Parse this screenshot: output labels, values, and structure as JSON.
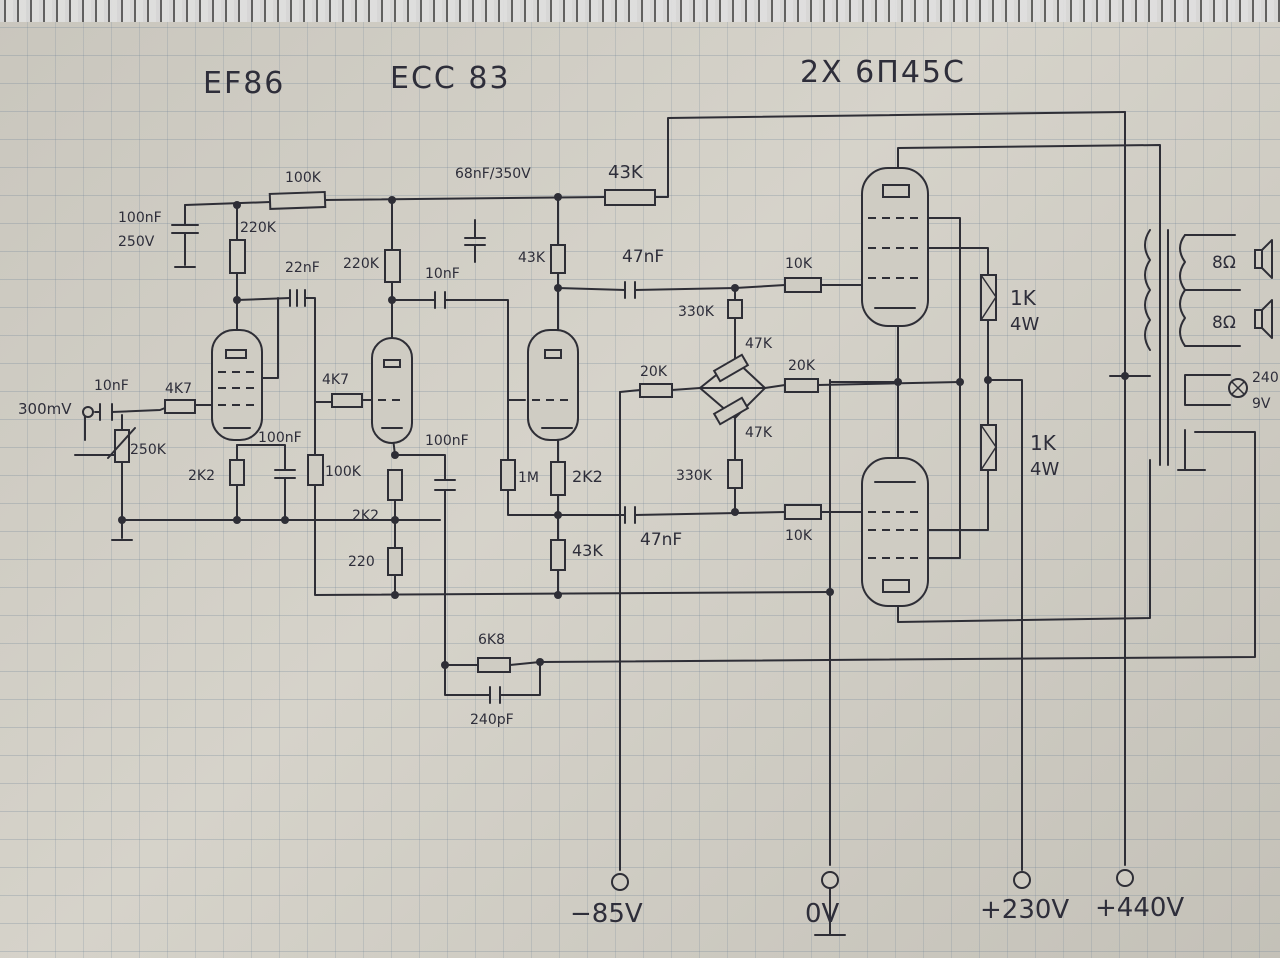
{
  "titles": {
    "ef86": "EF86",
    "ecc83": "ECC 83",
    "output_tubes": "2X 6П45С"
  },
  "labels": {
    "r_100k_top": "100K",
    "c_68nf": "68nF/350V",
    "r_43k_top": "43K",
    "c_100nf_250v_a": "100nF",
    "c_100nf_250v_b": "250V",
    "r_220k_ef86": "220K",
    "c_22nf": "22nF",
    "r_220k_ecc": "220K",
    "c_10nf_ecc": "10nF",
    "r_43k_ecc": "43K",
    "c_47nf_top": "47nF",
    "r_10k_top": "10K",
    "r_330k_top": "330K",
    "pot_47k_top": "47K",
    "pot_47k_bot": "47K",
    "r_20k_left": "20K",
    "r_20k_right": "20K",
    "in_level": "300mV",
    "c_10nf_in": "10nF",
    "r_4k7_in": "4K7",
    "pot_250k": "250K",
    "r_4k7_ecc": "4K7",
    "c_100nf_cat": "100nF",
    "c_100nf_ecc": "100nF",
    "r_2k2_ef86": "2K2",
    "r_100k_bot": "100K",
    "r_2k2_ecc": "2K2",
    "r_220_ecc": "220",
    "r_1m": "1M",
    "r_2k2_pi": "2K2",
    "r_330k_bot": "330K",
    "r_43k_pi": "43K",
    "c_47nf_bot": "47nF",
    "r_10k_bot": "10K",
    "r_1k_top_a": "1K",
    "r_1k_top_b": "4W",
    "r_1k_bot_a": "1K",
    "r_1k_bot_b": "4W",
    "r_6k8": "6K8",
    "c_240pf": "240pF",
    "spk_8a": "8Ω",
    "spk_8b": "8Ω",
    "lamp_a": "240",
    "lamp_b": "9V",
    "rail_neg": "−85V",
    "rail_gnd": "0V",
    "rail_230": "+230V",
    "rail_440": "+440V"
  },
  "colors": {
    "paper": "#cfccc3",
    "ink": "#2e2e36"
  }
}
